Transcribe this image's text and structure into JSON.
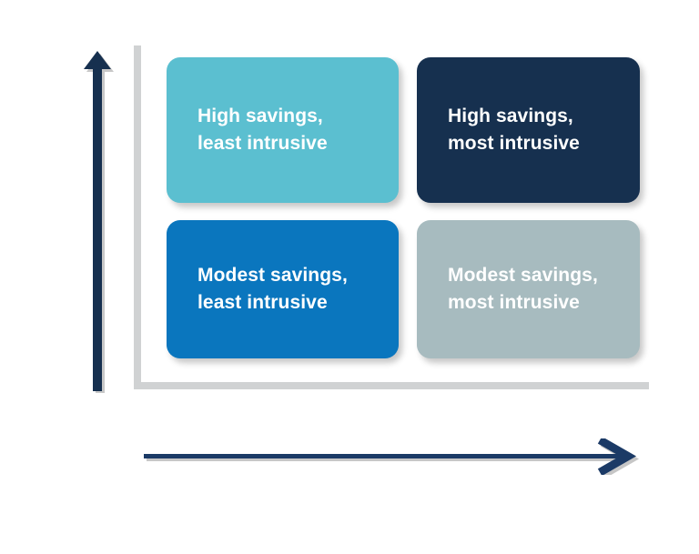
{
  "diagram": {
    "type": "2x2-matrix",
    "title": "",
    "background_color": "#ffffff",
    "axes": {
      "y_axis": {
        "name": "vertical-arrow",
        "label": "",
        "direction": "up",
        "color": "#16304F",
        "style": "solid-arrow"
      },
      "x_axis": {
        "name": "horizontal-arrow",
        "label": "",
        "direction": "right",
        "color": "#1B3A66",
        "style": "thin-line-chevron"
      },
      "frame": {
        "name": "axis-frame",
        "color": "#d0d2d3",
        "shape": "L"
      }
    },
    "quadrants": [
      {
        "id": "top-left",
        "label": "High savings,\nleast intrusive",
        "line1": "High savings,",
        "line2": "least intrusive",
        "fill": "#5BBFD0",
        "text_color": "#ffffff"
      },
      {
        "id": "top-right",
        "label": "High savings,\nmost intrusive",
        "line1": "High savings,",
        "line2": "most intrusive",
        "fill": "#16304F",
        "text_color": "#ffffff"
      },
      {
        "id": "bottom-left",
        "label": "Modest savings,\nleast intrusive",
        "line1": "Modest savings,",
        "line2": "least intrusive",
        "fill": "#0A76BE",
        "text_color": "#ffffff"
      },
      {
        "id": "bottom-right",
        "label": "Modest savings,\nmost intrusive",
        "line1": "Modest savings,",
        "line2": "most intrusive",
        "fill": "#A7BBBF",
        "text_color": "#ffffff"
      }
    ]
  },
  "chart_data": {
    "type": "table",
    "title": "",
    "xlabel": "",
    "ylabel": "",
    "categories": [
      "least intrusive",
      "most intrusive"
    ],
    "rows": [
      "High savings",
      "Modest savings"
    ],
    "cells": [
      [
        "High savings, least intrusive",
        "High savings, most intrusive"
      ],
      [
        "Modest savings, least intrusive",
        "Modest savings, most intrusive"
      ]
    ],
    "cell_colors": [
      [
        "#5BBFD0",
        "#16304F"
      ],
      [
        "#0A76BE",
        "#A7BBBF"
      ]
    ],
    "grid": false,
    "legend": "none"
  }
}
